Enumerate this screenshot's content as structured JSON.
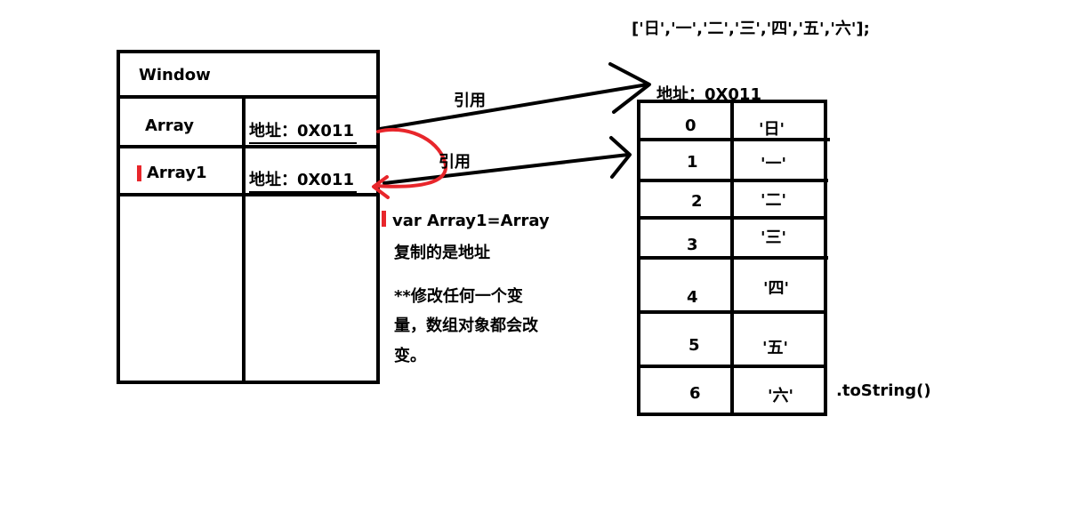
{
  "array_literal": "['日','一','二','三','四','五','六'];",
  "window_box": {
    "title": "Window",
    "rows": [
      {
        "name": "Array",
        "value": "地址：0X011"
      },
      {
        "name": "Array1",
        "value": "地址：0X011"
      }
    ]
  },
  "ref_label_1": "引用",
  "ref_label_2": "引用",
  "heap_address": "地址：0X011",
  "heap_rows": [
    {
      "index": "0",
      "value": "'日'"
    },
    {
      "index": "1",
      "value": "'一'"
    },
    {
      "index": "2",
      "value": "'二'"
    },
    {
      "index": "3",
      "value": "'三'"
    },
    {
      "index": "4",
      "value": "'四'"
    },
    {
      "index": "5",
      "value": "'五'"
    },
    {
      "index": "6",
      "value": "'六'"
    }
  ],
  "tostring_label": ".toString()",
  "note": {
    "code": "var Array1=Array",
    "line2": "复制的是地址",
    "line3": "**修改任何一个变",
    "line4": "量，数组对象都会改",
    "line5": "变。"
  },
  "colors": {
    "ink": "#000000",
    "accent": "#e8262b"
  }
}
